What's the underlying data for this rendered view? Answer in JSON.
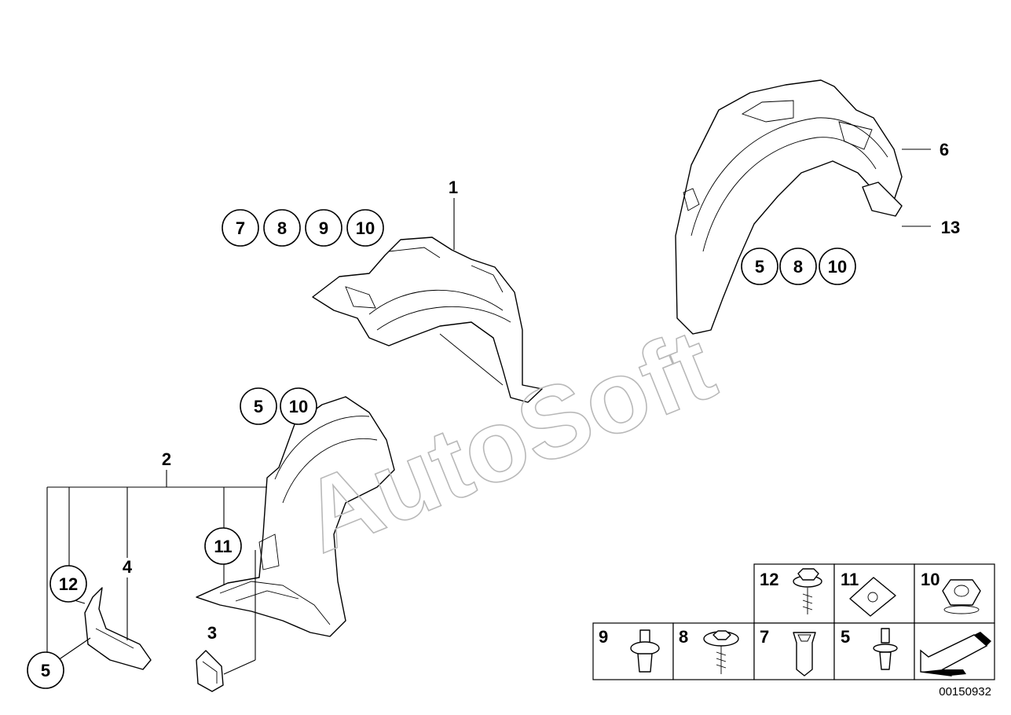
{
  "watermark": "AutoSoft",
  "diagram_ref": "00150932",
  "callouts": {
    "group_top": [
      "7",
      "8",
      "9",
      "10"
    ],
    "group_right": [
      "5",
      "8",
      "10"
    ],
    "group_mid": [
      "5",
      "10"
    ],
    "part_11": "11",
    "part_12": "12",
    "part_5_bottom": "5"
  },
  "labels": {
    "part_1": "1",
    "part_2": "2",
    "part_3": "3",
    "part_4": "4",
    "part_6": "6",
    "part_13": "13"
  },
  "fastener_table": {
    "top_row": [
      "12",
      "11",
      "10"
    ],
    "bottom_row": [
      "9",
      "8",
      "7",
      "5"
    ]
  }
}
